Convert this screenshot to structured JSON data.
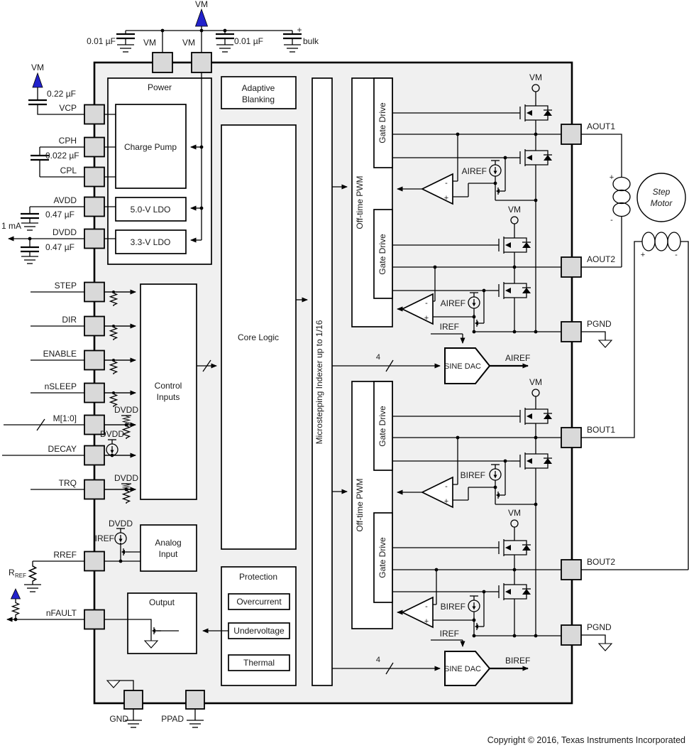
{
  "colors": {
    "chip_fill": "#f0f0f0",
    "pin_fill": "#d9d9d9",
    "block_fill": "#ffffff",
    "line": "#000000",
    "text": "#1a1a1a",
    "accent_blue": "#2222cc"
  },
  "net": {
    "vm": "VM",
    "dvdd": "DVDD",
    "iref": "IREF",
    "airef": "AIREF",
    "biref": "BIREF",
    "plus": "+",
    "minus": "-",
    "bus4": "4"
  },
  "top": {
    "cap_left": "0.01 µF",
    "cap_right": "0.01 µF",
    "bulk": "bulk",
    "pin_vm_a": "VM",
    "pin_vm_b": "VM"
  },
  "supply": {
    "vcp_cap": "0.22 µF",
    "cp_cap": "0.022 µF",
    "avdd_cap": "0.47 µF",
    "dvdd_cap": "0.47 µF",
    "dvdd_current": "1 mA"
  },
  "pins": {
    "vcp": "VCP",
    "cph": "CPH",
    "cpl": "CPL",
    "avdd": "AVDD",
    "dvdd": "DVDD",
    "step": "STEP",
    "dir": "DIR",
    "enable": "ENABLE",
    "nsleep": "nSLEEP",
    "mode": "M[1:0]",
    "decay": "DECAY",
    "trq": "TRQ",
    "rref": "RREF",
    "nfault": "nFAULT",
    "gnd": "GND",
    "ppad": "PPAD",
    "aout1": "AOUT1",
    "aout2": "AOUT2",
    "bout1": "BOUT1",
    "bout2": "BOUT2",
    "pgnd": "PGND"
  },
  "blocks": {
    "power": "Power",
    "charge_pump": "Charge Pump",
    "ldo5": "5.0-V LDO",
    "ldo3": "3.3-V LDO",
    "adaptive1": "Adaptive",
    "adaptive2": "Blanking",
    "core_logic": "Core Logic",
    "indexer": "Microstepping Indexer up to 1/16",
    "control1": "Control",
    "control2": "Inputs",
    "offtime_pwm": "Off-time PWM",
    "gate_drive": "Gate Drive",
    "sine_dac": "SINE DAC",
    "analog1": "Analog",
    "analog2": "Input",
    "output": "Output",
    "protection": "Protection",
    "overcurrent": "Overcurrent",
    "undervoltage": "Undervoltage",
    "thermal": "Thermal"
  },
  "external": {
    "rref_r": "R",
    "rref_sub": "REF",
    "motor1": "Step",
    "motor2": "Motor"
  },
  "footer": {
    "copyright": "Copyright © 2016, Texas Instruments Incorporated"
  }
}
